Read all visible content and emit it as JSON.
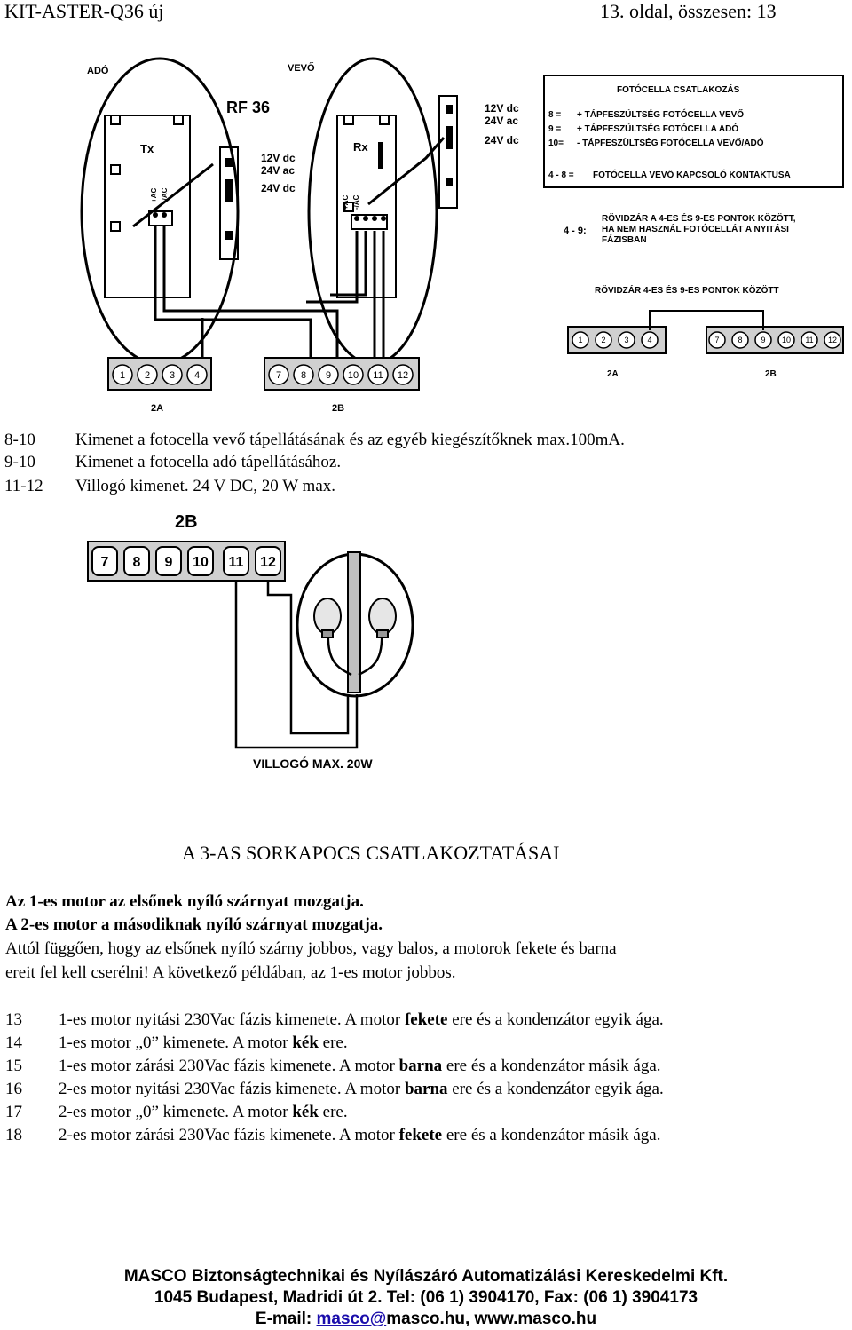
{
  "header": {
    "left": "KIT-ASTER-Q36 új",
    "right": "13. oldal, összesen: 13"
  },
  "diagram1": {
    "label_ado": "ADÓ",
    "label_vevo": "VEVŐ",
    "label_model": "RF 36",
    "label_tx": "Tx",
    "label_rx": "Rx",
    "tx_pins": [
      "+AC",
      "-/AC"
    ],
    "rx_pins": [
      "+AC",
      "-/AC"
    ],
    "tx_supply": [
      "12V dc",
      "24V ac",
      "24V dc"
    ],
    "rx_supply": [
      "12V dc",
      "24V ac",
      "24V dc"
    ],
    "legend_title": "FOTÓCELLA CSATLAKOZÁS",
    "legend_rows": [
      {
        "code": "8 =",
        "text": "+ TÁPFESZÜLTSÉG FOTÓCELLA VEVŐ"
      },
      {
        "code": "9 =",
        "text": "+ TÁPFESZÜLTSÉG FOTÓCELLA ADÓ"
      },
      {
        "code": "10=",
        "text": "- TÁPFESZÜLTSÉG FOTÓCELLA VEVŐ/ADÓ"
      },
      {
        "code": "4 - 8 =",
        "text": "FOTÓCELLA VEVŐ KAPCSOLÓ KONTAKTUSA"
      }
    ],
    "short_code": "4 - 9:",
    "short_text": [
      "RÖVIDZÁR A 4-ES ÉS 9-ES PONTOK KÖZÖTT,",
      "HA NEM HASZNÁL FOTÓCELLÁT A NYITÁSI",
      "FÁZISBAN"
    ],
    "short_title2": "RÖVIDZÁR 4-ES ÉS 9-ES PONTOK KÖZÖTT",
    "block_2a": [
      "1",
      "2",
      "3",
      "4"
    ],
    "block_2b": [
      "7",
      "8",
      "9",
      "10",
      "11",
      "12"
    ],
    "label_2a": "2A",
    "label_2b": "2B"
  },
  "notes": [
    {
      "code": "8-10",
      "text": "Kimenet a fotocella vevő tápellátásának és az egyéb kiegészítőknek max.100mA."
    },
    {
      "code": "9-10",
      "text": "Kimenet a fotocella adó tápellátásához."
    },
    {
      "code": "11-12",
      "text": "Villogó kimenet. 24 V DC, 20 W max."
    }
  ],
  "diagram2": {
    "label_2b": "2B",
    "terminals": [
      "7",
      "8",
      "9",
      "10",
      "11",
      "12"
    ],
    "caption": "VILLOGÓ MAX. 20W"
  },
  "section_title": "A 3-AS SORKAPOCS CSATLAKOZTATÁSAI",
  "paragraph": {
    "bold1": "Az 1-es motor az elsőnek nyíló szárnyat mozgatja.",
    "bold2": "A 2-es motor a másodiknak nyíló szárnyat mozgatja.",
    "line3": "Attól függően, hogy az elsőnek nyíló szárny jobbos, vagy balos, a motorok fekete és barna",
    "line4": "ereit fel kell cserélni! A következő példában, az 1-es motor jobbos."
  },
  "terminals_list": [
    {
      "num": "13",
      "pre": "1-es motor nyitási 230Vac fázis kimenete. A motor ",
      "bold": "fekete",
      "post": " ere és a kondenzátor egyik ága."
    },
    {
      "num": "14",
      "pre": "1-es motor „0” kimenete. A motor ",
      "bold": "kék",
      "post": " ere."
    },
    {
      "num": "15",
      "pre": "1-es motor zárási 230Vac fázis kimenete. A motor ",
      "bold": "barna",
      "post": " ere és a kondenzátor másik ága."
    },
    {
      "num": "16",
      "pre": "2-es motor nyitási 230Vac fázis kimenete. A motor ",
      "bold": "barna",
      "post": " ere és a kondenzátor egyik ága."
    },
    {
      "num": "17",
      "pre": "2-es motor „0” kimenete. A motor ",
      "bold": "kék",
      "post": " ere."
    },
    {
      "num": "18",
      "pre": "2-es motor zárási 230Vac fázis kimenete. A motor ",
      "bold": "fekete",
      "post": " ere és a kondenzátor másik ága."
    }
  ],
  "footer": {
    "line1": "MASCO Biztonságtechnikai és Nyílászáró Automatizálási Kereskedelmi Kft.",
    "line2": "1045 Budapest, Madridi út 2. Tel: (06 1) 3904170, Fax: (06 1) 3904173",
    "email_label": "E-mail: ",
    "email_link": "masco@",
    "email_rest": "masco.hu, www.masco.hu"
  }
}
